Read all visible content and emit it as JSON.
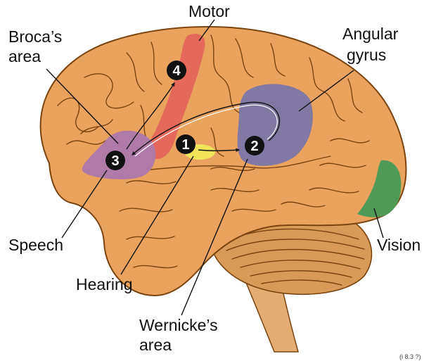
{
  "labels": {
    "motor": "Motor",
    "broca_line1": "Broca’s",
    "broca_line2": "area",
    "angular_line1": "Angular",
    "angular_line2": "gyrus",
    "speech": "Speech",
    "vision": "Vision",
    "hearing": "Hearing",
    "wernicke_line1": "Wernicke’s",
    "wernicke_line2": "area"
  },
  "steps": [
    "1",
    "2",
    "3",
    "4"
  ],
  "footer_code": "(i 8.3 ?)",
  "colors": {
    "cortex": "#e9a35e",
    "cortex_outline": "#7a4410",
    "cerebellum": "#d89a58",
    "brainstem": "#e4ad74",
    "motor": "#e5665a",
    "broca": "#b07aa8",
    "wernicke": "#7b76a6",
    "hearing": "#f2e45a",
    "vision": "#4f9a56",
    "marker": "#111111"
  }
}
